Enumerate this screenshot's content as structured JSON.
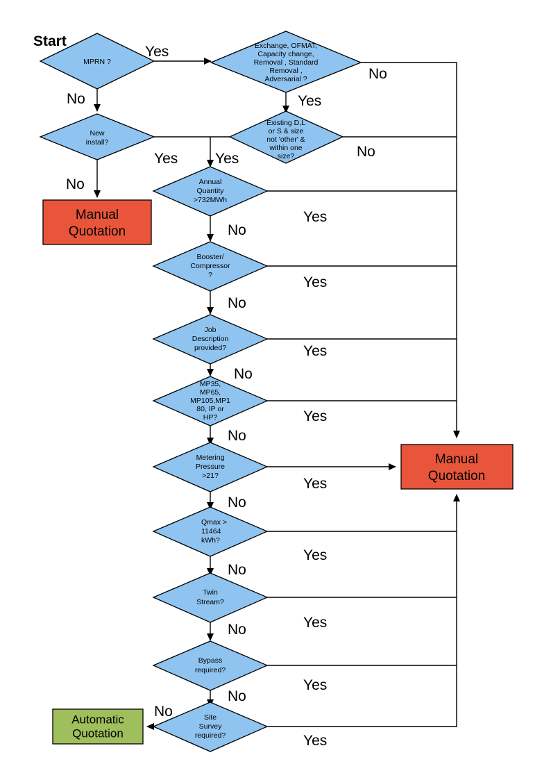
{
  "diagram": {
    "title_label": "Start",
    "colors": {
      "decision_fill": "#8FC4F0",
      "manual_fill": "#E8553A",
      "automatic_fill": "#9FBF5C",
      "line": "#000000",
      "background": "#FFFFFF"
    },
    "decisions": [
      {
        "id": "mprn",
        "lines": [
          "MPRN ?"
        ]
      },
      {
        "id": "exchange",
        "lines": [
          "Exchange, OFMAT,",
          "Capacity change,",
          "Removal , Standard",
          "Removal ,",
          "Adversarial ?"
        ]
      },
      {
        "id": "new-install",
        "lines": [
          "New",
          "install?"
        ]
      },
      {
        "id": "existing-dls",
        "lines": [
          "Existing D,L",
          "or S & size",
          "not 'other' &",
          "within one",
          "size?"
        ]
      },
      {
        "id": "annual-quantity",
        "lines": [
          "Annual",
          "Quantity",
          ">732MWh"
        ]
      },
      {
        "id": "booster-compressor",
        "lines": [
          "Booster/",
          "Compressor",
          "?"
        ]
      },
      {
        "id": "job-description",
        "lines": [
          "Job",
          "Description",
          "provided?"
        ]
      },
      {
        "id": "pressure-tier",
        "lines": [
          "MP35,",
          "MP65,",
          "MP105,MP1",
          "80, IP or",
          "HP?"
        ]
      },
      {
        "id": "metering-pressure",
        "lines": [
          "Metering",
          "Pressure",
          ">21?"
        ]
      },
      {
        "id": "qmax",
        "lines": [
          "Qmax >",
          "11464",
          "kWh?"
        ]
      },
      {
        "id": "twin-stream",
        "lines": [
          "Twin",
          "Stream?"
        ]
      },
      {
        "id": "bypass",
        "lines": [
          "Bypass",
          "required?"
        ]
      },
      {
        "id": "site-survey",
        "lines": [
          "Site",
          "Survey",
          "required?"
        ]
      }
    ],
    "terminals": [
      {
        "id": "manual-left",
        "lines": [
          "Manual",
          "Quotation"
        ]
      },
      {
        "id": "manual-right",
        "lines": [
          "Manual",
          "Quotation"
        ]
      },
      {
        "id": "automatic",
        "lines": [
          "Automatic",
          "Quotation"
        ]
      }
    ],
    "edge_labels": {
      "mprn_yes": "Yes",
      "mprn_no": "No",
      "exchange_no": "No",
      "exchange_yes": "Yes",
      "new_install_yes": "Yes",
      "new_install_no": "No",
      "existing_yes": "Yes",
      "existing_no": "No",
      "annual_yes": "Yes",
      "annual_no": "No",
      "booster_yes": "Yes",
      "booster_no": "No",
      "job_yes": "Yes",
      "job_no": "No",
      "pressure_tier_yes": "Yes",
      "pressure_tier_no": "No",
      "metering_yes": "Yes",
      "metering_no": "No",
      "qmax_yes": "Yes",
      "qmax_no": "No",
      "twin_yes": "Yes",
      "twin_no": "No",
      "bypass_yes": "Yes",
      "bypass_no": "No",
      "site_yes": "Yes",
      "site_no": "No"
    }
  }
}
